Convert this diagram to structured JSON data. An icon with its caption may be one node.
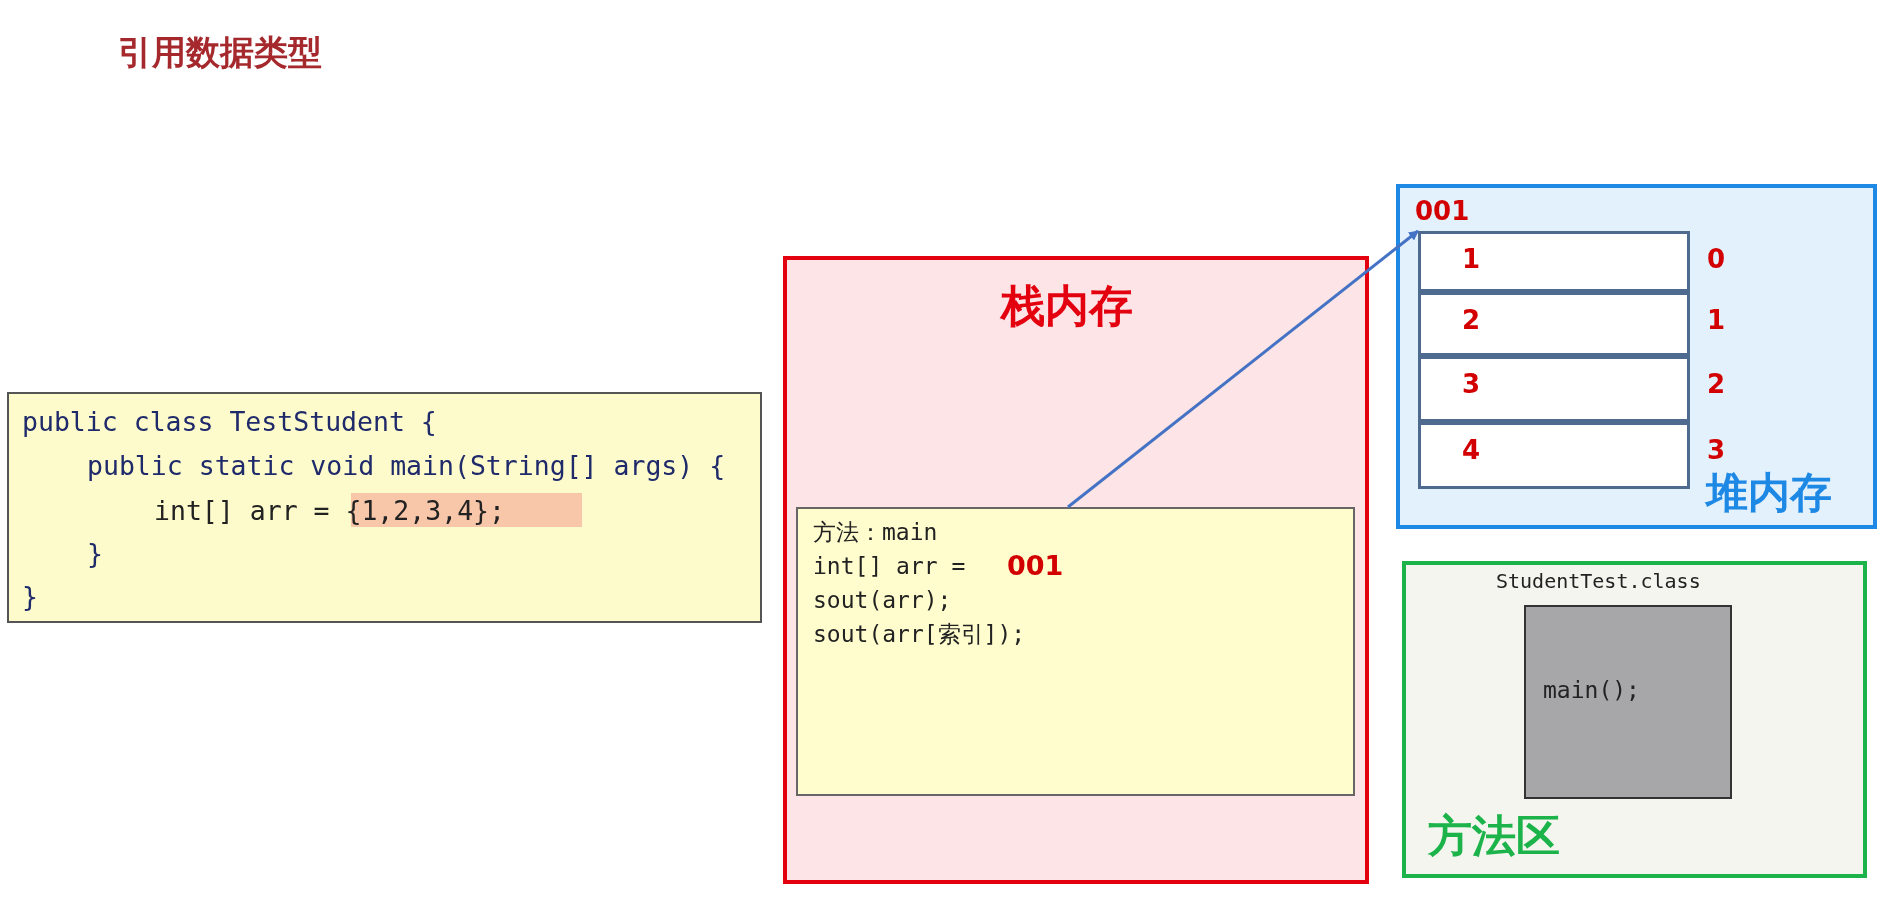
{
  "diagram": {
    "title": "引用数据类型",
    "nodes": [
      {
        "text": [
          "public class TestStudent {",
          "public static void main(String[] args) {",
          "int[] arr = {1,2,3,4};",
          "}",
          "}"
        ]
      },
      {
        "text": [
          "栈内存"
        ]
      },
      {
        "text": [
          "方法：main",
          "int[] arr =",
          "001",
          "sout(arr);",
          "sout(arr[索引]);"
        ],
        "in": 1
      },
      {
        "text": [
          "001",
          "堆内存"
        ]
      },
      {
        "text": [
          "1"
        ],
        "beside": [
          "0"
        ],
        "in": 3
      },
      {
        "text": [
          "2"
        ],
        "beside": [
          "1"
        ],
        "in": 3
      },
      {
        "text": [
          "3"
        ],
        "beside": [
          "2"
        ],
        "in": 3
      },
      {
        "text": [
          "4"
        ],
        "beside": [
          "3"
        ],
        "in": 3
      },
      {
        "text": [
          "方法区"
        ]
      },
      {
        "text": [
          "StudentTest.class",
          "main();"
        ],
        "in": 8
      }
    ],
    "edges": [
      {
        "from": 2,
        "to": 4,
        "arrow": "to"
      }
    ]
  }
}
